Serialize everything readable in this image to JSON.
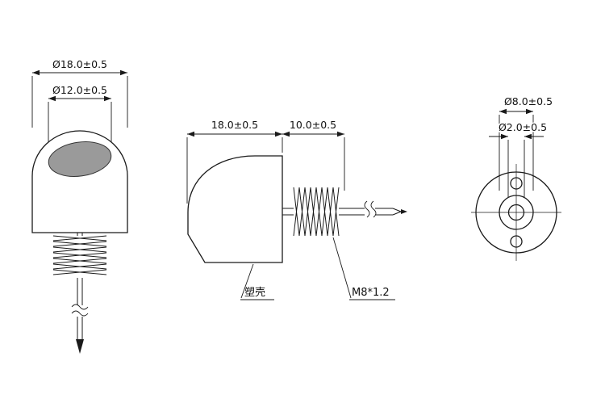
{
  "views": {
    "front": {
      "dim_outer": "Ø18.0±0.5",
      "dim_face": "Ø12.0±0.5"
    },
    "side": {
      "dim_body_len": "18.0±0.5",
      "dim_thread_len": "10.0±0.5",
      "shell_label": "塑壳",
      "thread_label": "M8*1.2"
    },
    "end": {
      "dim_hole_circle": "Ø8.0±0.5",
      "dim_center_hole": "Ø2.0±0.5"
    }
  },
  "colors": {
    "line": "#1a1a1a",
    "face_fill": "#9a9a9a",
    "background": "#ffffff"
  }
}
